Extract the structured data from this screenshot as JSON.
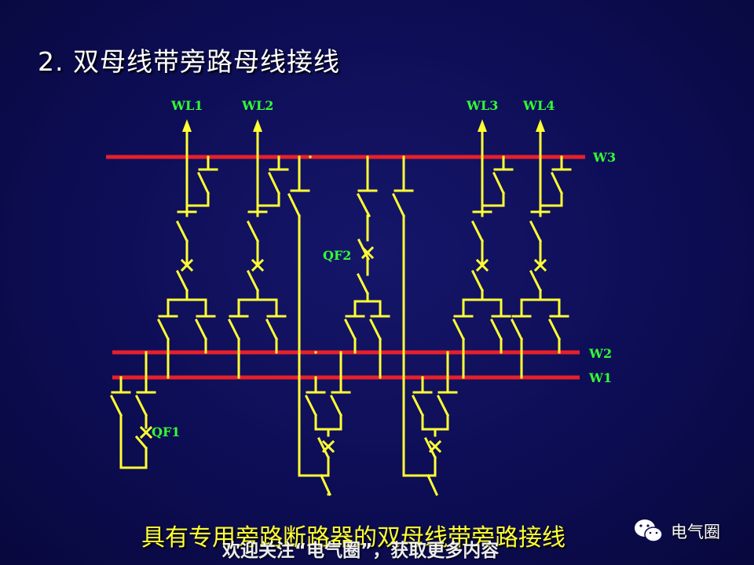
{
  "title": "2. 双母线带旁路母线接线",
  "labels": {
    "wl1": "WL1",
    "wl2": "WL2",
    "wl3": "WL3",
    "wl4": "WL4",
    "w3": "W3",
    "w2": "W2",
    "w1": "W1",
    "qf1": "QF1",
    "qf2": "QF2"
  },
  "caption": "具有专用旁路断路器的双母线带旁路接线",
  "watermark": {
    "text": "欢迎关注“电气圈”，获取更多内容",
    "brand": "电气圈"
  },
  "colors": {
    "background": "#0d0d55",
    "busbar": "#e8202a",
    "conductor": "#ffff33",
    "label": "#33ff33",
    "caption": "#ffff33",
    "title": "#ffffff"
  }
}
